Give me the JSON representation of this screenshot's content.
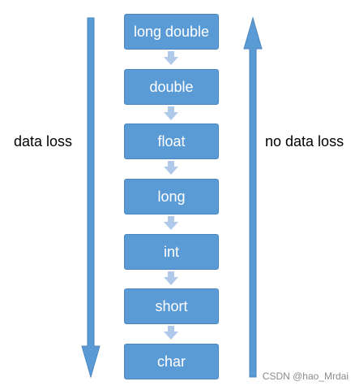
{
  "types": [
    "long double",
    "double",
    "float",
    "long",
    "int",
    "short",
    "char"
  ],
  "labels": {
    "left": "data loss",
    "right": "no data loss"
  },
  "watermark": "CSDN @hao_Mrdai",
  "colors": {
    "box_fill": "#5b9bd5",
    "box_text": "#ffffff",
    "big_arrow": "#5b9bd5",
    "small_arrow": "#aec9ea"
  },
  "icons": {
    "left_arrow": "down-arrow",
    "right_arrow": "up-arrow",
    "between_boxes": "small-down-arrow"
  }
}
